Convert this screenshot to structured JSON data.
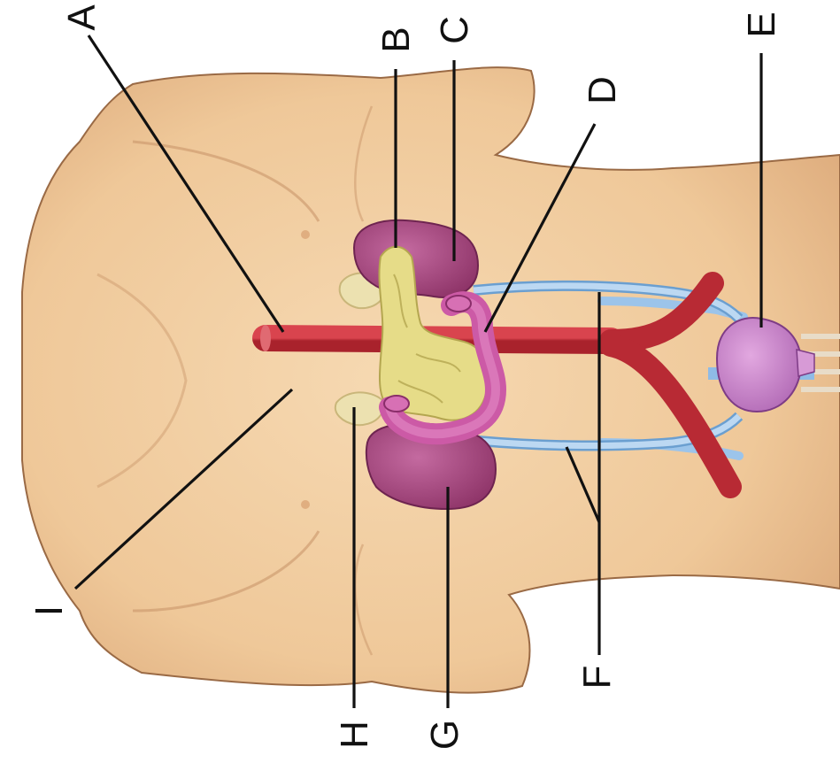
{
  "labels": {
    "A": "A",
    "B": "B",
    "C": "C",
    "D": "D",
    "E": "E",
    "F": "F",
    "G": "G",
    "H": "H",
    "I": "I"
  },
  "colors": {
    "skin": "#f2cda0",
    "skin_shadow": "#d9a878",
    "artery": "#c8323c",
    "vein": "#9cc4ea",
    "kidney": "#a8457e",
    "bladder": "#c682c8",
    "pancreas": "#e9e08a",
    "adrenal": "#ece1b0",
    "intestine": "#cc5aa6"
  }
}
